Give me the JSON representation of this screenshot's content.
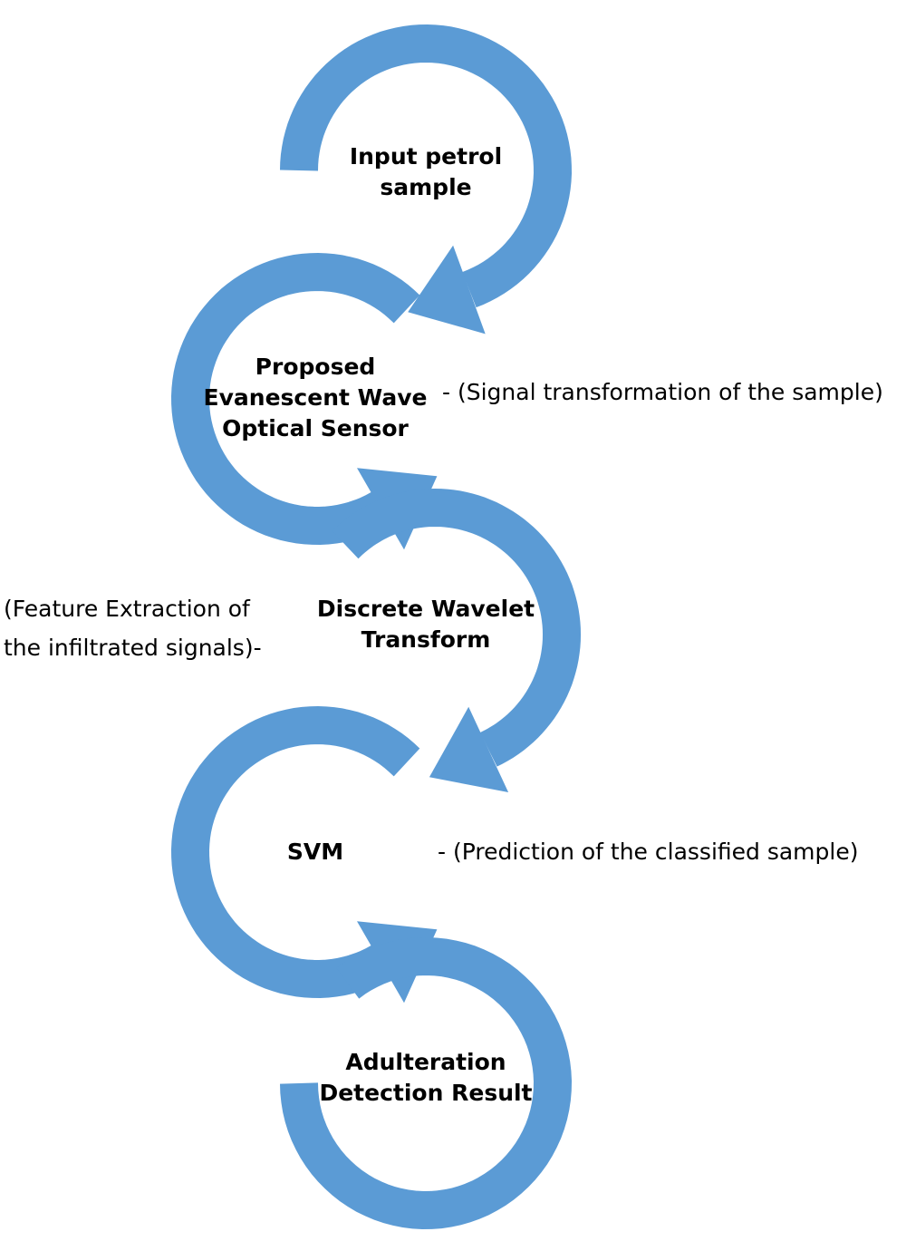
{
  "colors": {
    "arrow": "#5b9bd5",
    "text": "#000000",
    "background": "#ffffff"
  },
  "steps": [
    {
      "line1": "Input petrol",
      "line2": "sample"
    },
    {
      "line1": "Proposed",
      "line2": "Evanescent Wave",
      "line3": "Optical Sensor"
    },
    {
      "line1": "Discrete Wavelet",
      "line2": "Transform"
    },
    {
      "line1": "SVM"
    },
    {
      "line1": "Adulteration",
      "line2": "Detection Result"
    }
  ],
  "notes": {
    "sensor": "- (Signal transformation of the sample)",
    "dwt_line1": "(Feature Extraction of",
    "dwt_line2": "the infiltrated signals)-",
    "svm": "- (Prediction of the classified sample)"
  }
}
